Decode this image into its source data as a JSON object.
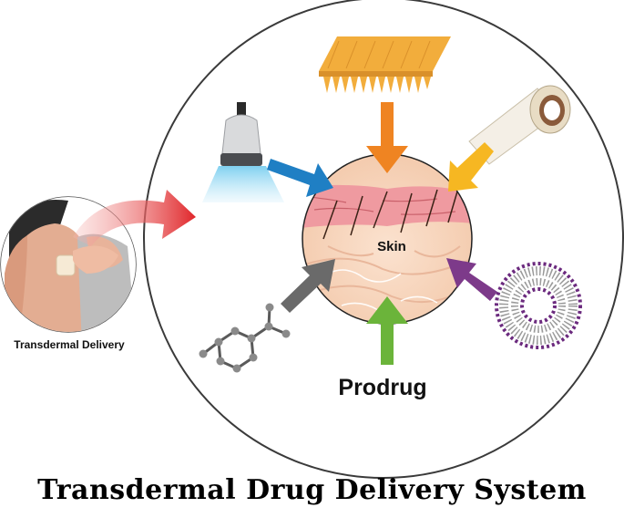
{
  "figure": {
    "title": "Transdermal Drug Delivery System",
    "center_label": "Skin",
    "left_label": "Transdermal Delivery",
    "bottom_label": "Prodrug"
  },
  "colors": {
    "arrow_red": "#e0262a",
    "arrow_blue": "#1f7fc4",
    "arrow_orange": "#ef8422",
    "arrow_yellow": "#f6b722",
    "arrow_purple": "#7d3a8a",
    "arrow_green": "#6bb43a",
    "arrow_gray": "#6a6a6a",
    "microneedle": "#f2ad3c",
    "skin_pink": "#ef9aa0",
    "liposome_purple": "#6b2a7e"
  },
  "icons": [
    "ultrasound-probe-icon",
    "microneedle-patch-icon",
    "adhesive-tape-roll-icon",
    "liposome-icon",
    "molecule-icon",
    "patch-on-arm-icon"
  ]
}
